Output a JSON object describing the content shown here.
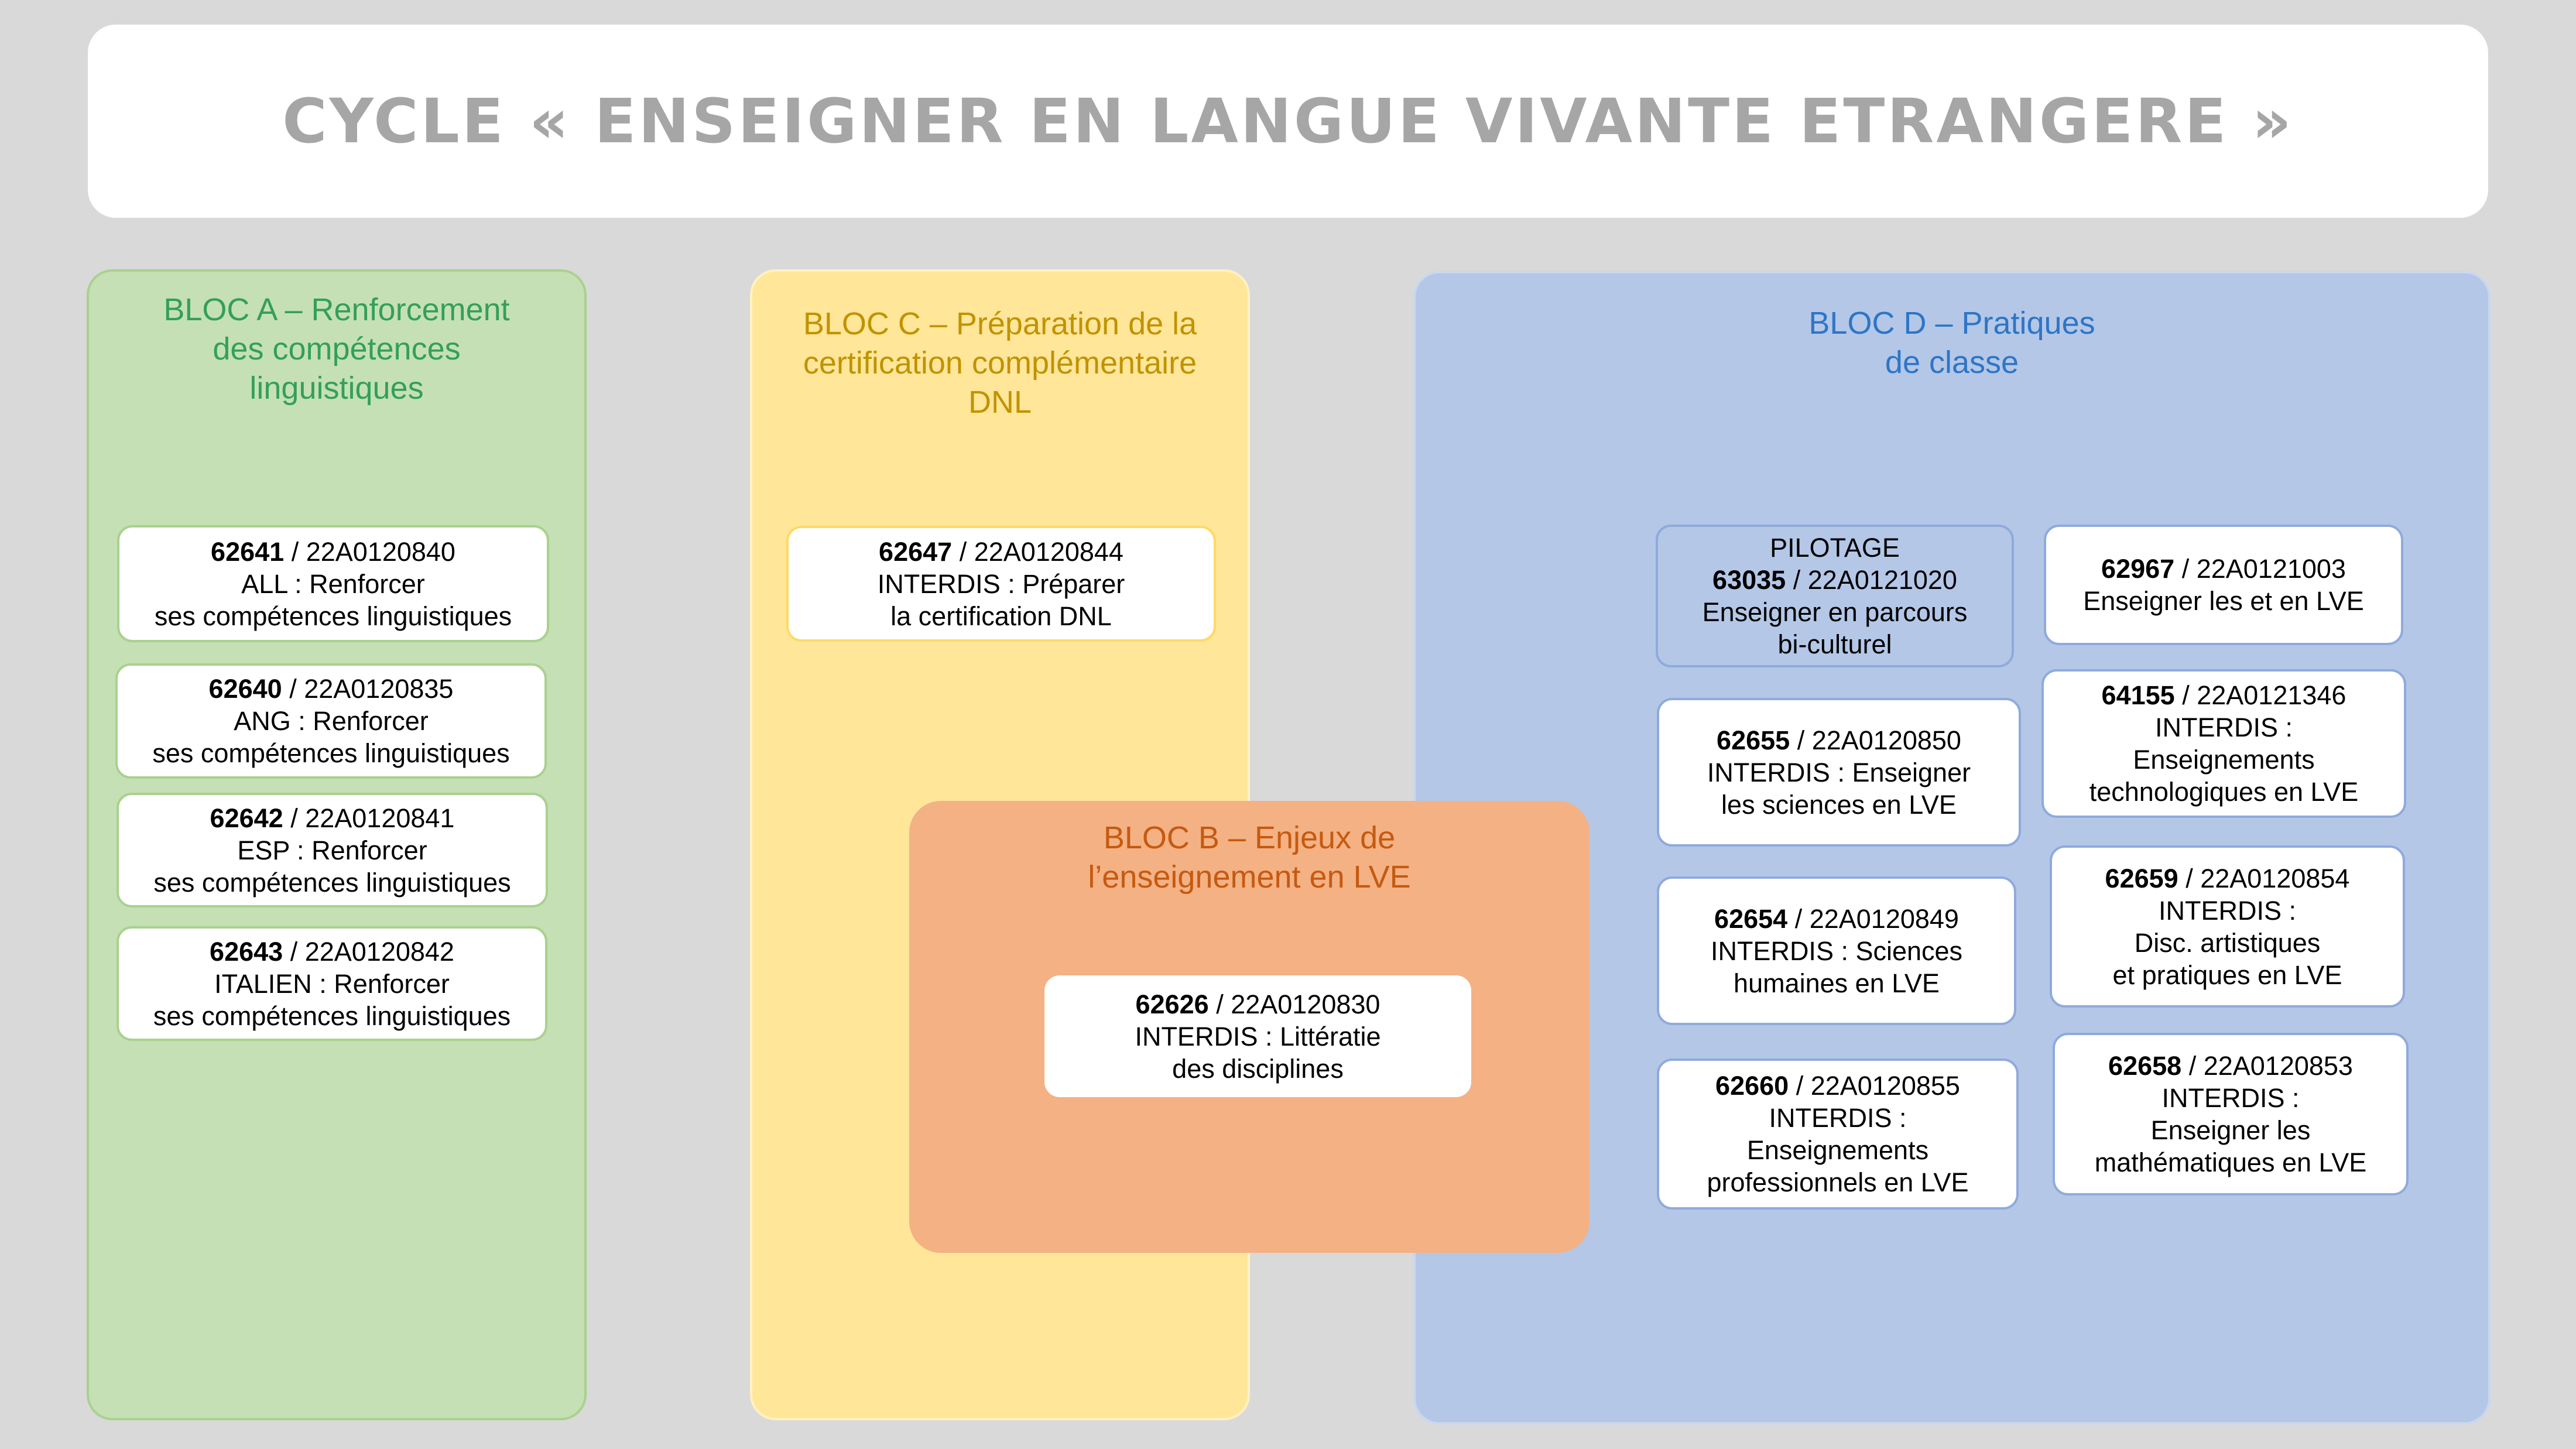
{
  "title": "CYCLE « ENSEIGNER EN LANGUE VIVANTE ETRANGERE »",
  "colors": {
    "background": "#d9d9d9",
    "bloc_a": "#c5e0b4",
    "bloc_a_text": "#339f5b",
    "bloc_b": "#f4b183",
    "bloc_b_text": "#c55a11",
    "bloc_c": "#ffe699",
    "bloc_c_text": "#c09300",
    "bloc_d": "#b4c7e7",
    "bloc_d_text": "#2e75c6",
    "title_text": "#a6a6a6"
  },
  "blocs": {
    "a": {
      "title": "BLOC A – Renforcement\ndes compétences\nlinguistiques"
    },
    "b": {
      "title": "BLOC B – Enjeux de\nl’enseignement en LVE"
    },
    "c": {
      "title": "BLOC C – Préparation de la\ncertification complémentaire\nDNL"
    },
    "d": {
      "title": "BLOC D – Pratiques\nde classe"
    }
  },
  "modules": {
    "m62641": {
      "code": "62641",
      "ref": " / 22A0120840",
      "text": "ALL : Renforcer\nses compétences linguistiques"
    },
    "m62640": {
      "code": "62640",
      "ref": " / 22A0120835",
      "text": "ANG : Renforcer\nses compétences linguistiques"
    },
    "m62642": {
      "code": "62642",
      "ref": " / 22A0120841",
      "text": "ESP : Renforcer\nses compétences linguistiques"
    },
    "m62643": {
      "code": "62643",
      "ref": " / 22A0120842",
      "text": "ITALIEN : Renforcer\nses compétences linguistiques"
    },
    "m62647": {
      "code": "62647",
      "ref": " / 22A0120844",
      "text": "INTERDIS : Préparer\nla certification DNL"
    },
    "m62626": {
      "code": "62626",
      "ref": " / 22A0120830",
      "text": "INTERDIS : Littératie\ndes disciplines"
    },
    "m63035": {
      "pre": "PILOTAGE",
      "code": "63035",
      "ref": " / 22A0121020",
      "text": "Enseigner en parcours\nbi-culturel"
    },
    "m62967": {
      "code": "62967",
      "ref": " / 22A0121003",
      "text": "Enseigner les et en LVE"
    },
    "m62655": {
      "code": "62655",
      "ref": " / 22A0120850",
      "text": "INTERDIS : Enseigner\nles sciences en LVE"
    },
    "m64155": {
      "code": "64155",
      "ref": " / 22A0121346",
      "text": "INTERDIS :\nEnseignements\ntechnologiques en LVE"
    },
    "m62654": {
      "code": "62654",
      "ref": " / 22A0120849",
      "text": "INTERDIS : Sciences\nhumaines en LVE"
    },
    "m62659": {
      "code": "62659",
      "ref": " / 22A0120854",
      "text": "INTERDIS :\nDisc. artistiques\net pratiques en LVE"
    },
    "m62660": {
      "code": "62660",
      "ref": " / 22A0120855",
      "text": "INTERDIS :\nEnseignements\nprofessionnels en LVE"
    },
    "m62658": {
      "code": "62658",
      "ref": " / 22A0120853",
      "text": "INTERDIS :\nEnseigner les\nmathématiques en LVE"
    }
  }
}
